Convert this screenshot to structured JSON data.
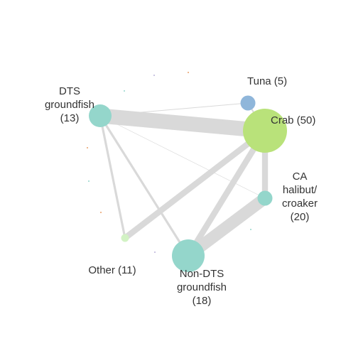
{
  "chart_data": {
    "type": "network",
    "nodes": [
      {
        "id": "dts",
        "label_lines": [
          "DTS",
          "groundfish",
          "(13)"
        ],
        "value": 13,
        "color": "#94d6cb"
      },
      {
        "id": "tuna",
        "label_lines": [
          "Tuna (5)"
        ],
        "value": 5,
        "color": "#8fb6da"
      },
      {
        "id": "crab",
        "label_lines": [
          "Crab (50)"
        ],
        "value": 50,
        "color": "#b9e27a"
      },
      {
        "id": "cahal",
        "label_lines": [
          "CA",
          "halibut/",
          "croaker",
          "(20)"
        ],
        "value": 20,
        "color": "#94d6cb"
      },
      {
        "id": "other",
        "label_lines": [
          "Other (11)"
        ],
        "value": 11,
        "color": "#d2f2c4"
      },
      {
        "id": "nondts",
        "label_lines": [
          "Non-DTS",
          "groundfish",
          "(18)"
        ],
        "value": 18,
        "color": "#94d6cb"
      }
    ],
    "edges": [
      {
        "source": "dts",
        "target": "crab",
        "weight": 10
      },
      {
        "source": "dts",
        "target": "tuna",
        "weight": 0.5
      },
      {
        "source": "dts",
        "target": "other",
        "weight": 1.5
      },
      {
        "source": "dts",
        "target": "nondts",
        "weight": 1.5
      },
      {
        "source": "dts",
        "target": "cahal",
        "weight": 0.3
      },
      {
        "source": "tuna",
        "target": "crab",
        "weight": 1
      },
      {
        "source": "crab",
        "target": "cahal",
        "weight": 4
      },
      {
        "source": "crab",
        "target": "other",
        "weight": 4
      },
      {
        "source": "crab",
        "target": "nondts",
        "weight": 4
      },
      {
        "source": "cahal",
        "target": "nondts",
        "weight": 8
      }
    ],
    "edge_color": "#d9d9d9"
  }
}
